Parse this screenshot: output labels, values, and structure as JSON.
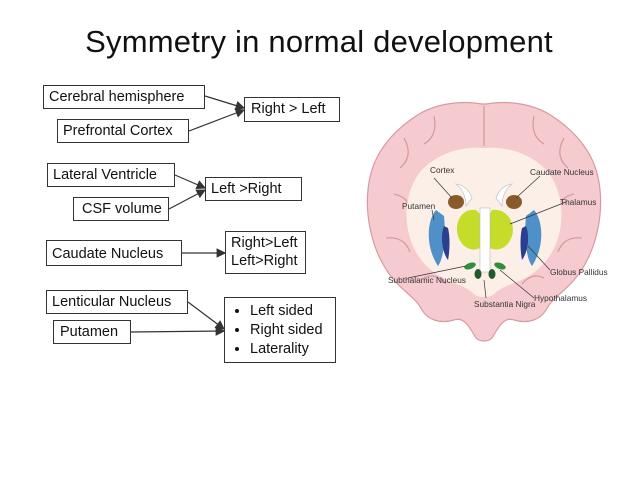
{
  "title": "Symmetry in normal development",
  "boxes": {
    "cerebral_hemisphere": "Cerebral hemisphere",
    "prefrontal_cortex": "Prefrontal Cortex",
    "right_gt_left_1": "Right > Left",
    "lateral_ventricle": "Lateral Ventricle",
    "csf_volume": "CSF volume",
    "left_gt_right": "Left >Right",
    "caudate_nucleus": "Caudate Nucleus",
    "caudate_result_line1": "Right>Left",
    "caudate_result_line2": "Left>Right",
    "lenticular_nucleus": "Lenticular Nucleus",
    "putamen": "Putamen",
    "bullets": [
      "Left sided",
      "Right sided",
      "Laterality"
    ]
  },
  "brain_labels": {
    "cortex": "Cortex",
    "caudate_nucleus_1": "Caudate",
    "caudate_nucleus_2": "Nucleus",
    "thalamus": "Thalamus",
    "putamen": "Putamen",
    "subthalamic_1": "Subthalamic",
    "subthalamic_2": "Nucleus",
    "globus_1": "Globus",
    "globus_2": "Pallidus",
    "hypothalamus": "Hypothalamus",
    "substantia_1": "Substantia",
    "substantia_2": "Nigra"
  },
  "colors": {
    "cortex_fill": "#f6cbd0",
    "white_matter": "#fcefe8",
    "thalamus": "#c5dc2b",
    "caudate": "#8a5a2b",
    "putamen": "#4f90c8",
    "globus_pallidus": "#2b3f8f",
    "substantia_nigra": "#1e5a2e",
    "subthalamic": "#2f8f3a"
  }
}
